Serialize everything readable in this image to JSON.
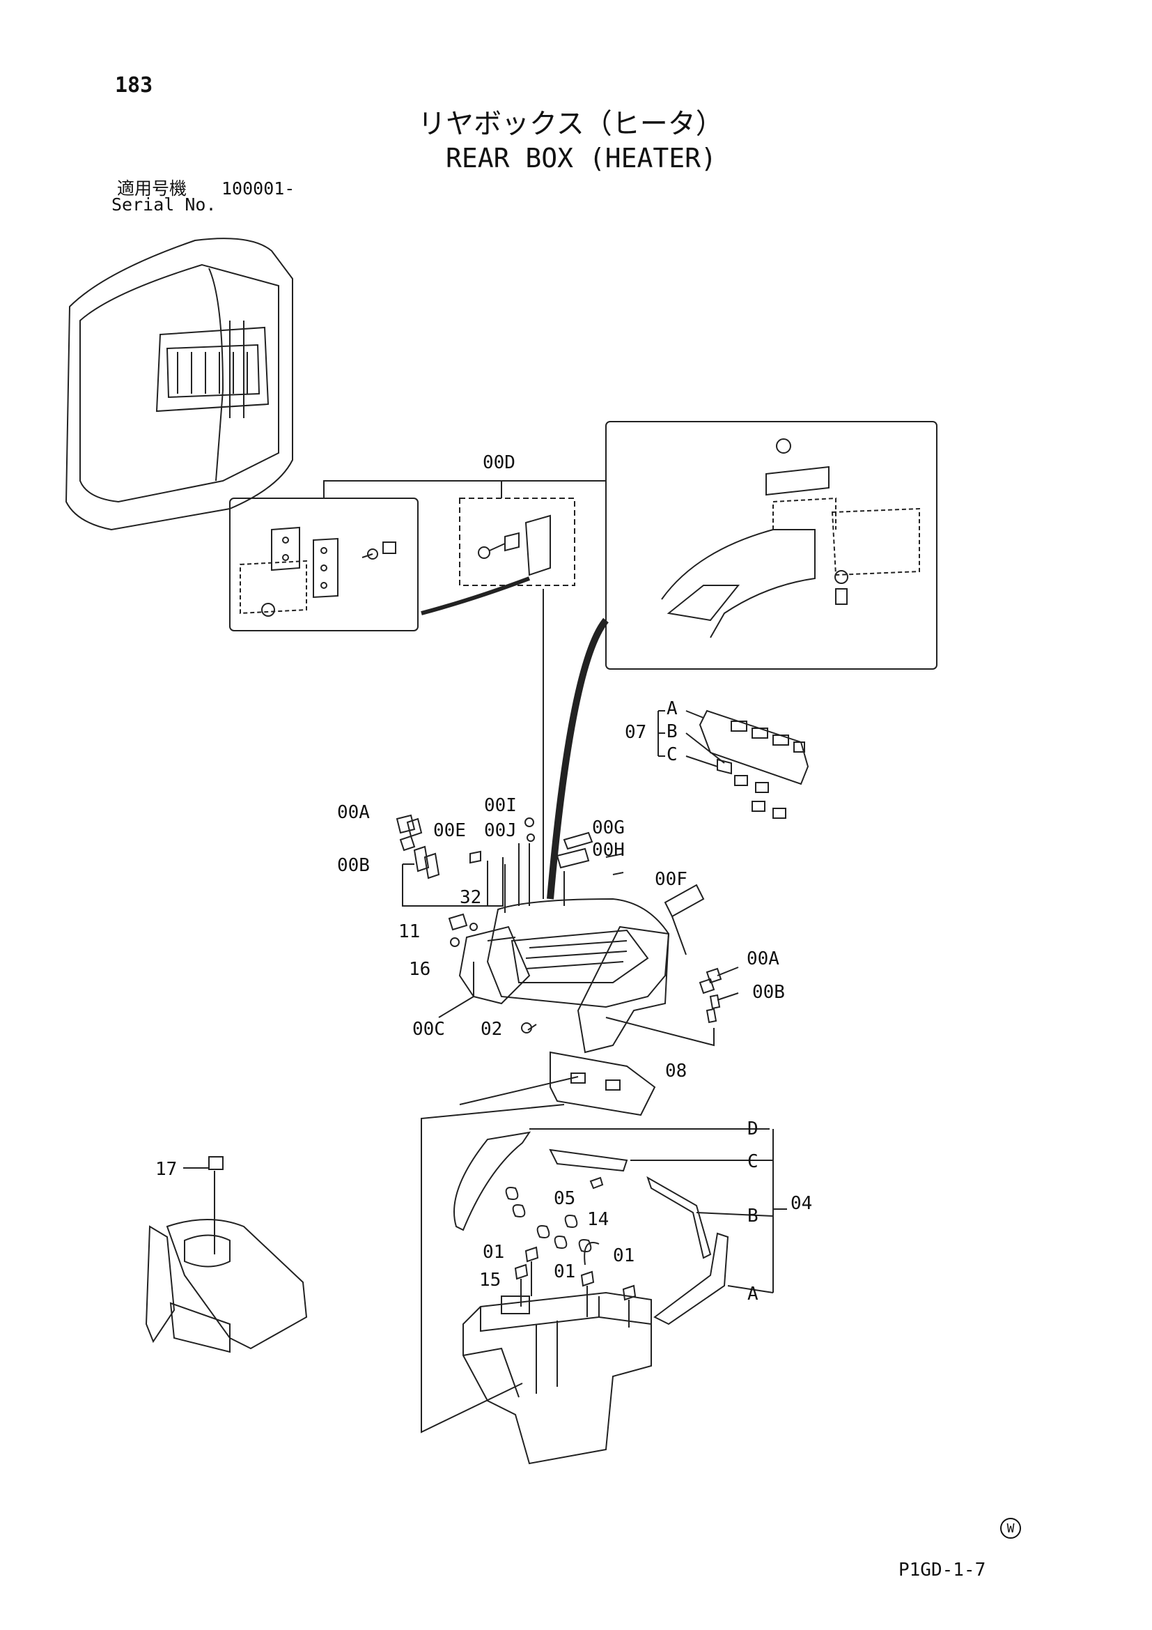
{
  "page_number": "183",
  "title_jp": "リヤボックス（ヒータ）",
  "title_en": "REAR BOX (HEATER)",
  "serial": {
    "label_jp": "適用号機",
    "value": "100001-",
    "label_en": "Serial No."
  },
  "callouts": {
    "c00D": "00D",
    "c07": "07",
    "c07A": "A",
    "c07B": "B",
    "c07C": "C",
    "c00I": "00I",
    "c00J": "00J",
    "c00G": "00G",
    "c00H": "00H",
    "c00A_left": "00A",
    "c00B_left": "00B",
    "c00E": "00E",
    "c32": "32",
    "c11": "11",
    "c16": "16",
    "c00F": "00F",
    "c00A_right": "00A",
    "c00B_right": "00B",
    "c00C": "00C",
    "c02": "02",
    "c08": "08",
    "c17": "17",
    "c04D": "D",
    "c04C": "C",
    "c04B": "B",
    "c04A": "A",
    "c04": "04",
    "c05": "05",
    "c14": "14",
    "c01_a": "01",
    "c01_b": "01",
    "c01_c": "01",
    "c15": "15"
  },
  "mark": "W",
  "page_code": "P1GD-1-7"
}
